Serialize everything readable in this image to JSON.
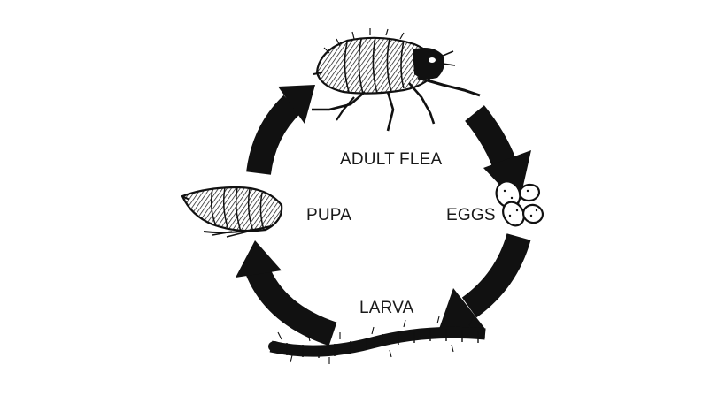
{
  "diagram": {
    "stages": [
      {
        "id": "adult",
        "label": "ADULT FLEA",
        "illustration": "adult-flea-drawing"
      },
      {
        "id": "eggs",
        "label": "EGGS",
        "illustration": "flea-eggs-drawing"
      },
      {
        "id": "larva",
        "label": "LARVA",
        "illustration": "flea-larva-drawing"
      },
      {
        "id": "pupa",
        "label": "PUPA",
        "illustration": "flea-pupa-drawing"
      }
    ],
    "cycle_direction": "clockwise",
    "colors": {
      "arrow": "#111111",
      "ink": "#1a1a1a",
      "background": "#ffffff"
    }
  }
}
